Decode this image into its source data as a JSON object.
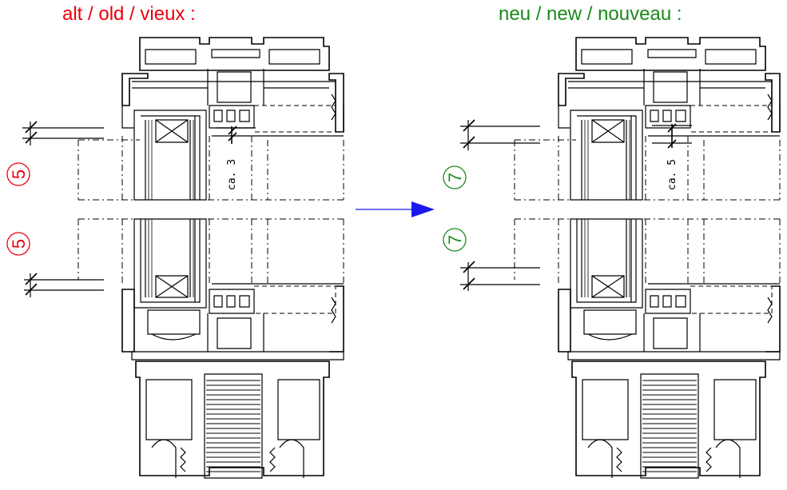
{
  "titles": {
    "old": "alt / old / vieux :",
    "new": "neu / new / nouveau :"
  },
  "colors": {
    "old": "#e8000b",
    "new": "#1a8a1a",
    "arrow": "#1a1aee",
    "line": "#000000"
  },
  "old": {
    "gap_badge": "5",
    "gap_dimension": "ca. 3"
  },
  "new": {
    "gap_badge": "7",
    "gap_dimension": "ca. 5"
  }
}
